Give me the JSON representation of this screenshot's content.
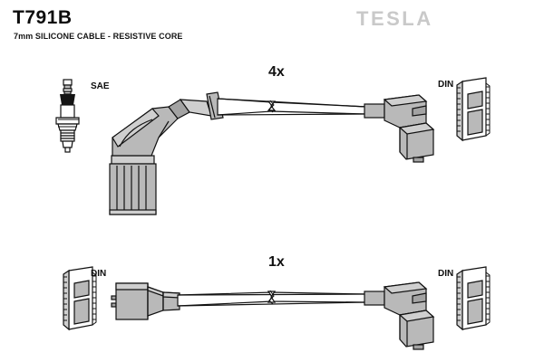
{
  "sheet": {
    "background_color": "#ffffff",
    "part_number": "T791B",
    "description": "7mm SILICONE CABLE - RESISTIVE CORE",
    "brand": "TESLA",
    "brand_color": "#c9c9c9"
  },
  "colors": {
    "outline": "#111111",
    "body_fill": "#b9b9b9",
    "body_fill_light": "#cfcfcf",
    "body_fill_dark": "#a0a0a0",
    "cable_fill": "#ffffff",
    "text": "#0d0d0d"
  },
  "assemblies": [
    {
      "id": "assembly-4x",
      "quantity_label": "4x",
      "left_end": {
        "type": "spark-plug-boot-angled",
        "tag": "SAE",
        "tag_icon": "spark-plug-icon"
      },
      "right_end": {
        "type": "distributor-connector-right-angle",
        "tag": "DIN",
        "tag_icon": "din-terminal-icon"
      },
      "cable": {
        "break_symbol": "zigzag-break"
      }
    },
    {
      "id": "assembly-1x",
      "quantity_label": "1x",
      "left_end": {
        "type": "coil-connector-straight",
        "tag": "DIN",
        "tag_icon": "din-terminal-icon"
      },
      "right_end": {
        "type": "distributor-connector-right-angle",
        "tag": "DIN",
        "tag_icon": "din-terminal-icon"
      },
      "cable": {
        "break_symbol": "zigzag-break"
      }
    }
  ],
  "labels": {
    "sae": "SAE",
    "din": "DIN"
  }
}
